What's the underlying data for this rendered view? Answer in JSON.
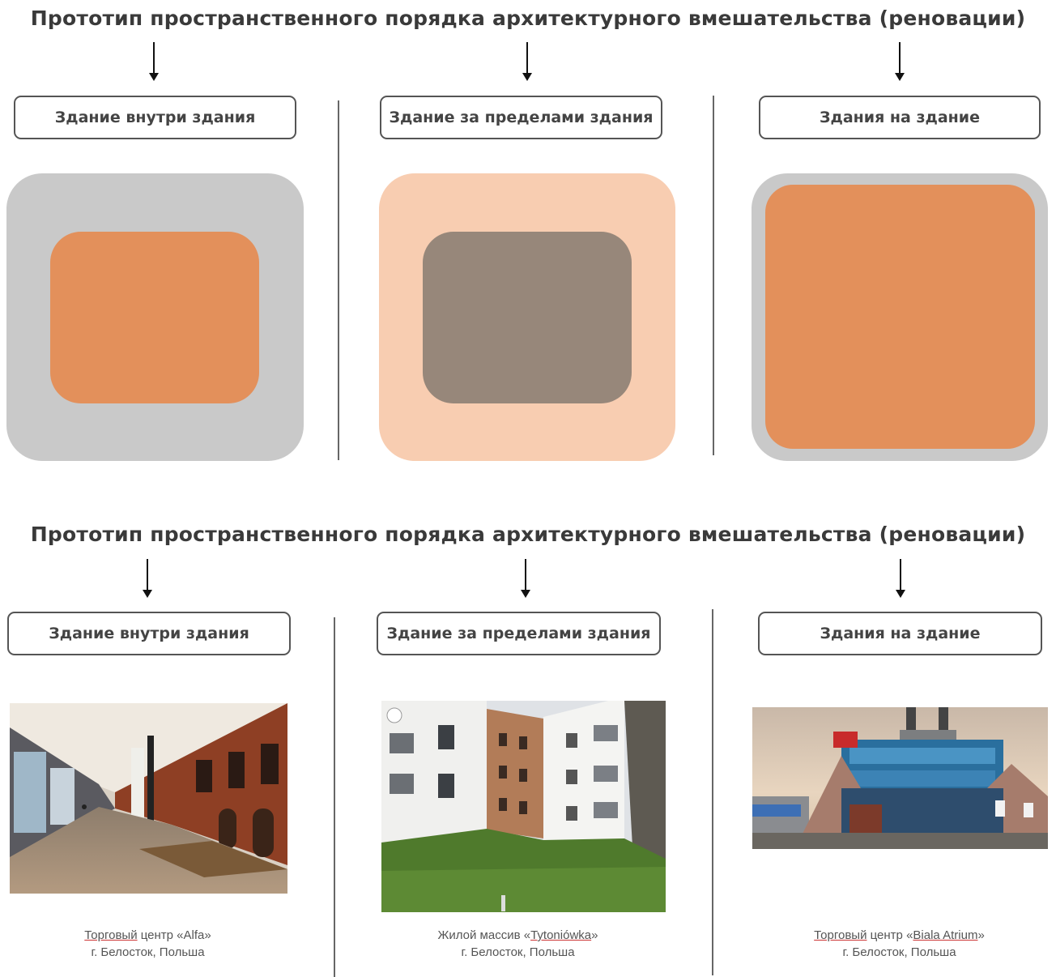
{
  "titles": {
    "top": "Прототип пространственного порядка архитектурного вмешательства (реновации)",
    "bottom": "Прототип пространственного порядка архитектурного вмешательства (реновации)"
  },
  "categories": [
    "Здание внутри здания",
    "Здание за пределами здания",
    "Здания на здание"
  ],
  "colors": {
    "gray": "#c9c9c9",
    "orange": "#e3905b",
    "peach": "#f8cdb1",
    "taupe": "#97877a",
    "line": "#666666"
  },
  "captions": [
    {
      "name_part1": "Торговый",
      "name_part2": " центр «Alfa»",
      "city": "г. Белосток, Польша"
    },
    {
      "name_part1": "Жилой массив «",
      "name_part2": "Tytoniówka",
      "name_part3": "»",
      "city": "г. Белосток, Польша"
    },
    {
      "name_part1": "Торговый",
      "name_part2": " центр «",
      "name_part3": "Biala Atrium",
      "name_part4": "»",
      "city": "г. Белосток, Польша"
    }
  ]
}
